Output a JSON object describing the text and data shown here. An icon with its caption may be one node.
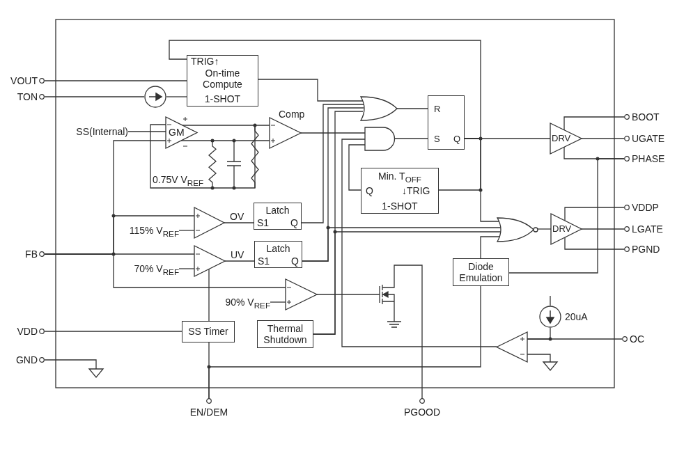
{
  "diagram": {
    "nodes": [
      {
        "text": [
          "VOUT"
        ]
      },
      {
        "text": [
          "TON"
        ]
      },
      {
        "text": [
          "TRIG↑",
          "On-time Compute",
          "1-SHOT"
        ]
      },
      {
        "text": [],
        "shape": "circle"
      },
      {
        "text": [
          "SS(Internal)"
        ]
      },
      {
        "text": [
          "GM"
        ]
      },
      {
        "text": [
          "Comp"
        ]
      },
      {
        "text": [],
        "shape": "gate"
      },
      {
        "text": [],
        "shape": "gate"
      },
      {
        "text": [
          "R",
          "S",
          "Q"
        ]
      },
      {
        "text": [
          "DRV"
        ]
      },
      {
        "text": [
          "BOOT"
        ]
      },
      {
        "text": [
          "UGATE"
        ]
      },
      {
        "text": [
          "PHASE"
        ]
      },
      {
        "text": [
          "Min. T$_{OFF}$",
          "Q",
          "↓TRIG",
          "1-SHOT"
        ]
      },
      {
        "text": [],
        "shape": "triangle"
      },
      {
        "text": [
          "Latch",
          "S1",
          "Q"
        ]
      },
      {
        "text": [],
        "shape": "gate"
      },
      {
        "text": [
          "DRV"
        ]
      },
      {
        "text": [
          "VDDP"
        ]
      },
      {
        "text": [
          "LGATE"
        ]
      },
      {
        "text": [
          "PGND"
        ]
      },
      {
        "text": [
          "FB"
        ]
      },
      {
        "text": [],
        "shape": "triangle"
      },
      {
        "text": [
          "Latch",
          "S1",
          "Q"
        ]
      },
      {
        "text": [
          "Diode Emulation"
        ]
      },
      {
        "text": [],
        "shape": "triangle"
      },
      {
        "text": [],
        "shape": "transistor"
      },
      {
        "text": [],
        "shape": "circle",
        "beside": [
          "20uA"
        ]
      },
      {
        "text": [
          "VDD"
        ]
      },
      {
        "text": [
          "SS Timer"
        ]
      },
      {
        "text": [
          "Thermal Shutdown"
        ]
      },
      {
        "text": [],
        "shape": "triangle"
      },
      {
        "text": [
          "OC"
        ]
      },
      {
        "text": [
          "GND"
        ]
      },
      {
        "text": [
          "EN/DEM"
        ]
      },
      {
        "text": [
          "PGOOD"
        ]
      },
      {
        "text": [
          "115% V$_{REF}$"
        ]
      },
      {
        "text": [
          "70% V$_{REF}$"
        ]
      },
      {
        "text": [
          "90% V$_{REF}$"
        ]
      }
    ],
    "edges": [
      {
        "from": 0,
        "to": 2,
        "arrow": "none"
      },
      {
        "from": 1,
        "to": 3,
        "arrow": "none"
      },
      {
        "from": 3,
        "to": 2,
        "arrow": "none"
      },
      {
        "from": 4,
        "to": 5,
        "arrow": "none"
      },
      {
        "from": 5,
        "to": 6,
        "arrow": "none"
      },
      {
        "from": 5,
        "to": 6,
        "arrow": "none"
      },
      {
        "from": 6,
        "to": 8,
        "arrow": "none"
      },
      {
        "from": 2,
        "to": 7,
        "arrow": "none"
      },
      {
        "from": 7,
        "to": 9,
        "arrow": "none"
      },
      {
        "from": 8,
        "to": 9,
        "arrow": "none"
      },
      {
        "from": 9,
        "to": 10,
        "arrow": "none"
      },
      {
        "from": 10,
        "to": 12,
        "arrow": "none"
      },
      {
        "from": 10,
        "to": 11,
        "arrow": "none"
      },
      {
        "from": 10,
        "to": 13,
        "arrow": "none"
      },
      {
        "from": 9,
        "to": 2,
        "arrow": "none"
      },
      {
        "from": 9,
        "to": 14,
        "arrow": "none"
      },
      {
        "from": 9,
        "to": 17,
        "arrow": "none"
      },
      {
        "from": 14,
        "to": 8,
        "arrow": "none"
      },
      {
        "from": 22,
        "to": 15,
        "arrow": "none"
      },
      {
        "from": 22,
        "to": 23,
        "arrow": "none"
      },
      {
        "from": 22,
        "to": 5,
        "arrow": "none"
      },
      {
        "from": 22,
        "to": 26,
        "arrow": "none"
      },
      {
        "from": 15,
        "to": 16,
        "arrow": "none",
        "label": "OV"
      },
      {
        "from": 23,
        "to": 24,
        "arrow": "none",
        "label": "UV"
      },
      {
        "from": 16,
        "to": 7,
        "arrow": "none"
      },
      {
        "from": 24,
        "to": 7,
        "arrow": "none"
      },
      {
        "from": 24,
        "to": 17,
        "arrow": "none"
      },
      {
        "from": 31,
        "to": 7,
        "arrow": "none"
      },
      {
        "from": 31,
        "to": 17,
        "arrow": "none"
      },
      {
        "from": 25,
        "to": 17,
        "arrow": "none"
      },
      {
        "from": 13,
        "to": 25,
        "arrow": "none"
      },
      {
        "from": 35,
        "to": 25,
        "arrow": "none"
      },
      {
        "from": 35,
        "to": 30,
        "arrow": "none"
      },
      {
        "from": 30,
        "to": 23,
        "arrow": "none"
      },
      {
        "from": 29,
        "to": 30,
        "arrow": "none"
      },
      {
        "from": 26,
        "to": 27,
        "arrow": "none"
      },
      {
        "from": 27,
        "to": 36,
        "arrow": "none"
      },
      {
        "from": 33,
        "to": 32,
        "arrow": "none"
      },
      {
        "from": 28,
        "to": 32,
        "arrow": "none"
      },
      {
        "from": 32,
        "to": 8,
        "arrow": "none"
      },
      {
        "from": 18,
        "to": 19,
        "arrow": "none"
      },
      {
        "from": 18,
        "to": 20,
        "arrow": "none"
      },
      {
        "from": 18,
        "to": 21,
        "arrow": "none"
      },
      {
        "from": 17,
        "to": 18,
        "arrow": "none"
      },
      {
        "from": 37,
        "to": 15,
        "arrow": "none"
      },
      {
        "from": 38,
        "to": 23,
        "arrow": "none"
      },
      {
        "from": 39,
        "to": 26,
        "arrow": "none"
      }
    ],
    "labels": [
      "0.75V V$_{REF}$"
    ]
  }
}
